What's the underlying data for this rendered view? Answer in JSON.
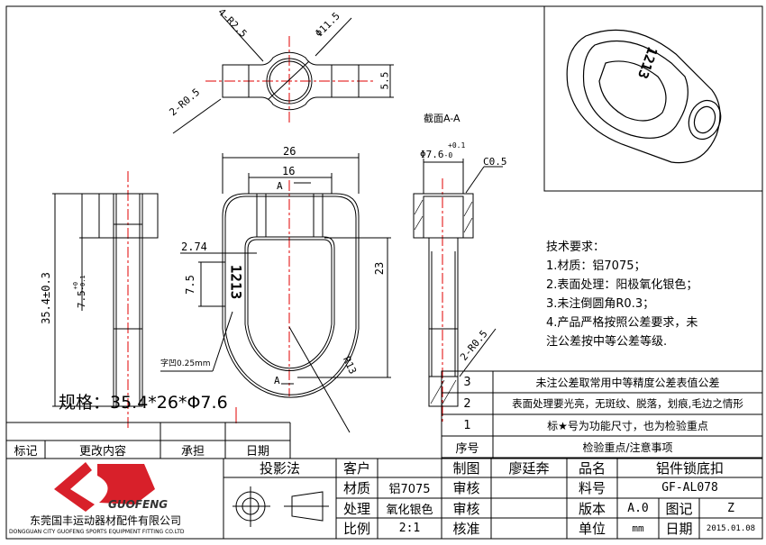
{
  "drawing": {
    "top_view": {
      "radius_label": "4-R2.5",
      "diameter_label": "Φ11.5",
      "fillet_label": "2-R0.5",
      "height_label": "5.5"
    },
    "front_view": {
      "width_outer": "26",
      "width_inner": "16",
      "section_mark": "A",
      "section_mark_bottom": "A",
      "offset_label": "2.74",
      "text_height_label": "7.5",
      "inner_height_label": "23",
      "radius_label": "R13",
      "engraving_text": "1213",
      "engraving_note": "字凹0.25mm"
    },
    "side_view": {
      "total_height_label": "35.4±0.3",
      "flange_height_label": "7.5",
      "flange_tol_upper": "+0",
      "flange_tol_lower": "-0.1"
    },
    "section_view": {
      "title": "截面A-A",
      "diameter_label": "Φ7.6",
      "diameter_tol_upper": "+0.1",
      "diameter_tol_lower": "-0",
      "chamfer_label": "C0.5",
      "fillet_label": "2-R0.5"
    },
    "iso_view": {
      "engraving_text": "1213"
    },
    "spec": "规格：35.4*26*Φ7.6"
  },
  "tech_requirements": {
    "title": "技术要求：",
    "items": [
      "1.材质：铝7075；",
      "2.表面处理：阳极氧化银色；",
      "3.未注倒圆角R0.3；",
      "4.产品严格按照公差要求，未",
      "注公差按中等公差等级."
    ]
  },
  "inspection_table": {
    "rows": [
      {
        "no": "3",
        "text": "未注公差取常用中等精度公差表值公差"
      },
      {
        "no": "2",
        "text": "表面处理要光亮，无斑纹、脱落，划痕,毛边之情形"
      },
      {
        "no": "1",
        "text": "标★号为功能尺寸，也为检验重点"
      }
    ],
    "header_no": "序号",
    "header_text": "检验重点/注意事项"
  },
  "revision_table": {
    "mark": "标记",
    "content": "更改内容",
    "owner": "承担",
    "date": "日期"
  },
  "title_block": {
    "company_cn": "东莞国丰运动器材配件有限公司",
    "company_en": "DONGGUAN CITY GUOFENG SPORTS EQUIPMENT FITTING CO.LTD",
    "logo_text": "GUOFENG",
    "projection": "投影法",
    "customer_label": "客户",
    "customer": "",
    "material_label": "材质",
    "material": "铝7075",
    "treatment_label": "处理",
    "treatment": "氧化银色",
    "scale_label": "比例",
    "scale": "2:1",
    "drawn_label": "制图",
    "drawn_by": "廖廷奔",
    "check1_label": "审核",
    "check2_label": "审核",
    "approve_label": "核准",
    "name_label": "品名",
    "name": "铝件锁底扣",
    "part_no_label": "料号",
    "part_no": "GF-AL078",
    "version_label": "版本",
    "version": "A.0",
    "mark_label": "图记",
    "mark": "Z",
    "unit_label": "单位",
    "unit": "mm",
    "date_label": "日期",
    "date": "2015.01.08"
  },
  "colors": {
    "centerline": "#e00000",
    "logo": "#d8202a"
  }
}
